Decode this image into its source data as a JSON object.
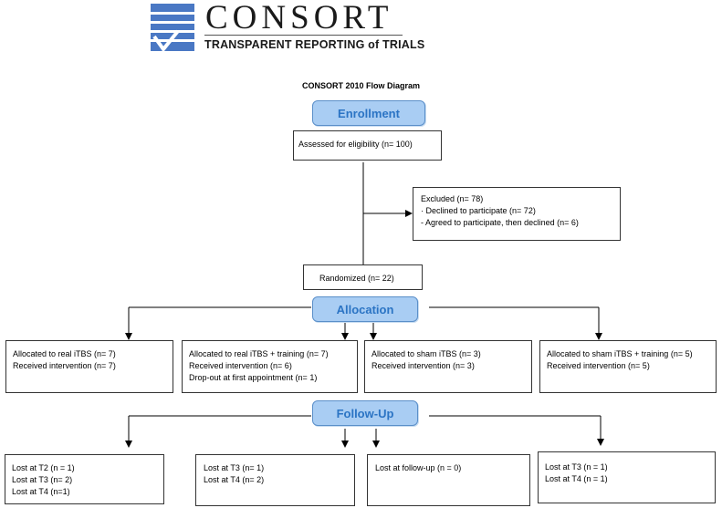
{
  "logo": {
    "title": "CONSORT",
    "subtitle": "TRANSPARENT REPORTING of TRIALS",
    "icon": "consort-checkmark-logo",
    "colors": {
      "mark": "#4a78c4",
      "text": "#1a1a1a"
    }
  },
  "diagram_title": "CONSORT 2010 Flow Diagram",
  "stages": {
    "enrollment": "Enrollment",
    "allocation": "Allocation",
    "followup": "Follow-Up"
  },
  "colors": {
    "stage_fill": "#a9cdf3",
    "stage_text": "#2b74c4",
    "line": "#000000"
  },
  "enrollment": {
    "assessed": "Assessed for eligibility (n= 100)",
    "excluded": {
      "lines": [
        "Excluded (n= 78)",
        "· Declined to participate (n= 72)",
        "- Agreed to participate, then declined (n= 6)"
      ]
    },
    "randomized": "Randomized (n= 22)"
  },
  "allocation": [
    {
      "lines": [
        "Allocated to real iTBS (n= 7)",
        "Received intervention (n= 7)"
      ]
    },
    {
      "lines": [
        "Allocated to real iTBS + training (n= 7)",
        "Received intervention (n= 6)",
        "Drop-out at first appointment (n= 1)"
      ]
    },
    {
      "lines": [
        "Allocated to sham iTBS (n= 3)",
        "Received intervention (n= 3)"
      ]
    },
    {
      "lines": [
        "Allocated to sham iTBS + training (n= 5)",
        "Received intervention (n= 5)"
      ]
    }
  ],
  "followup": [
    {
      "lines": [
        "Lost at T2 (n = 1)",
        "Lost at T3 (n= 2)",
        "Lost at T4 (n=1)"
      ]
    },
    {
      "lines": [
        "Lost at T3 (n= 1)",
        "Lost at T4 (n= 2)"
      ]
    },
    {
      "lines": [
        "Lost at follow-up (n = 0)"
      ]
    },
    {
      "lines": [
        "Lost at T3 (n = 1)",
        "Lost at T4 (n = 1)"
      ]
    }
  ]
}
